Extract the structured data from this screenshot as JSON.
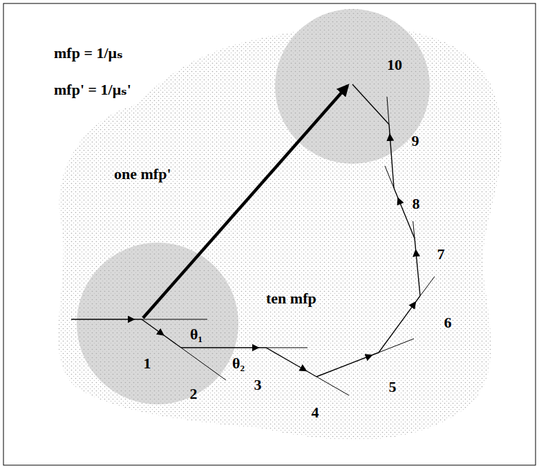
{
  "diagram": {
    "labels": [
      "mfp = 1/μₛ",
      "mfp' = 1/μₛ'",
      "one mfp'",
      "ten mfp",
      "θ₁",
      "θ₂",
      "1",
      "2",
      "3",
      "4",
      "5",
      "6",
      "7",
      "8",
      "9",
      "10"
    ]
  }
}
